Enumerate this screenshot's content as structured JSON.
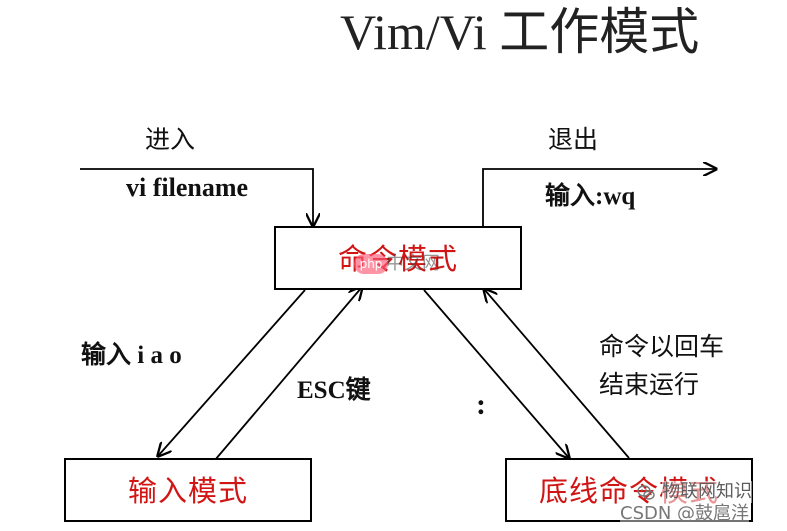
{
  "title": "Vim/Vi 工作模式",
  "labels": {
    "enter": "进入",
    "enter_cmd": "vi filename",
    "exit": "退出",
    "exit_cmd": "输入:wq",
    "insert_keys": "输入 i a o",
    "esc_key": "ESC键",
    "colon": ":",
    "finish_line1": "命令以回车",
    "finish_line2": "结束运行"
  },
  "modes": {
    "command": "命令模式",
    "insert": "输入模式",
    "last_line": "底线命令模式"
  },
  "watermarks": {
    "php": "php",
    "site": "中文网",
    "wechat": "物联网知识",
    "csdn": "CSDN @鼓扈洋"
  },
  "icons": {
    "wechat": "wechat-icon",
    "php": "php-badge-icon"
  },
  "colors": {
    "mode_text": "#d11515",
    "line": "#000000",
    "background": "#ffffff"
  }
}
